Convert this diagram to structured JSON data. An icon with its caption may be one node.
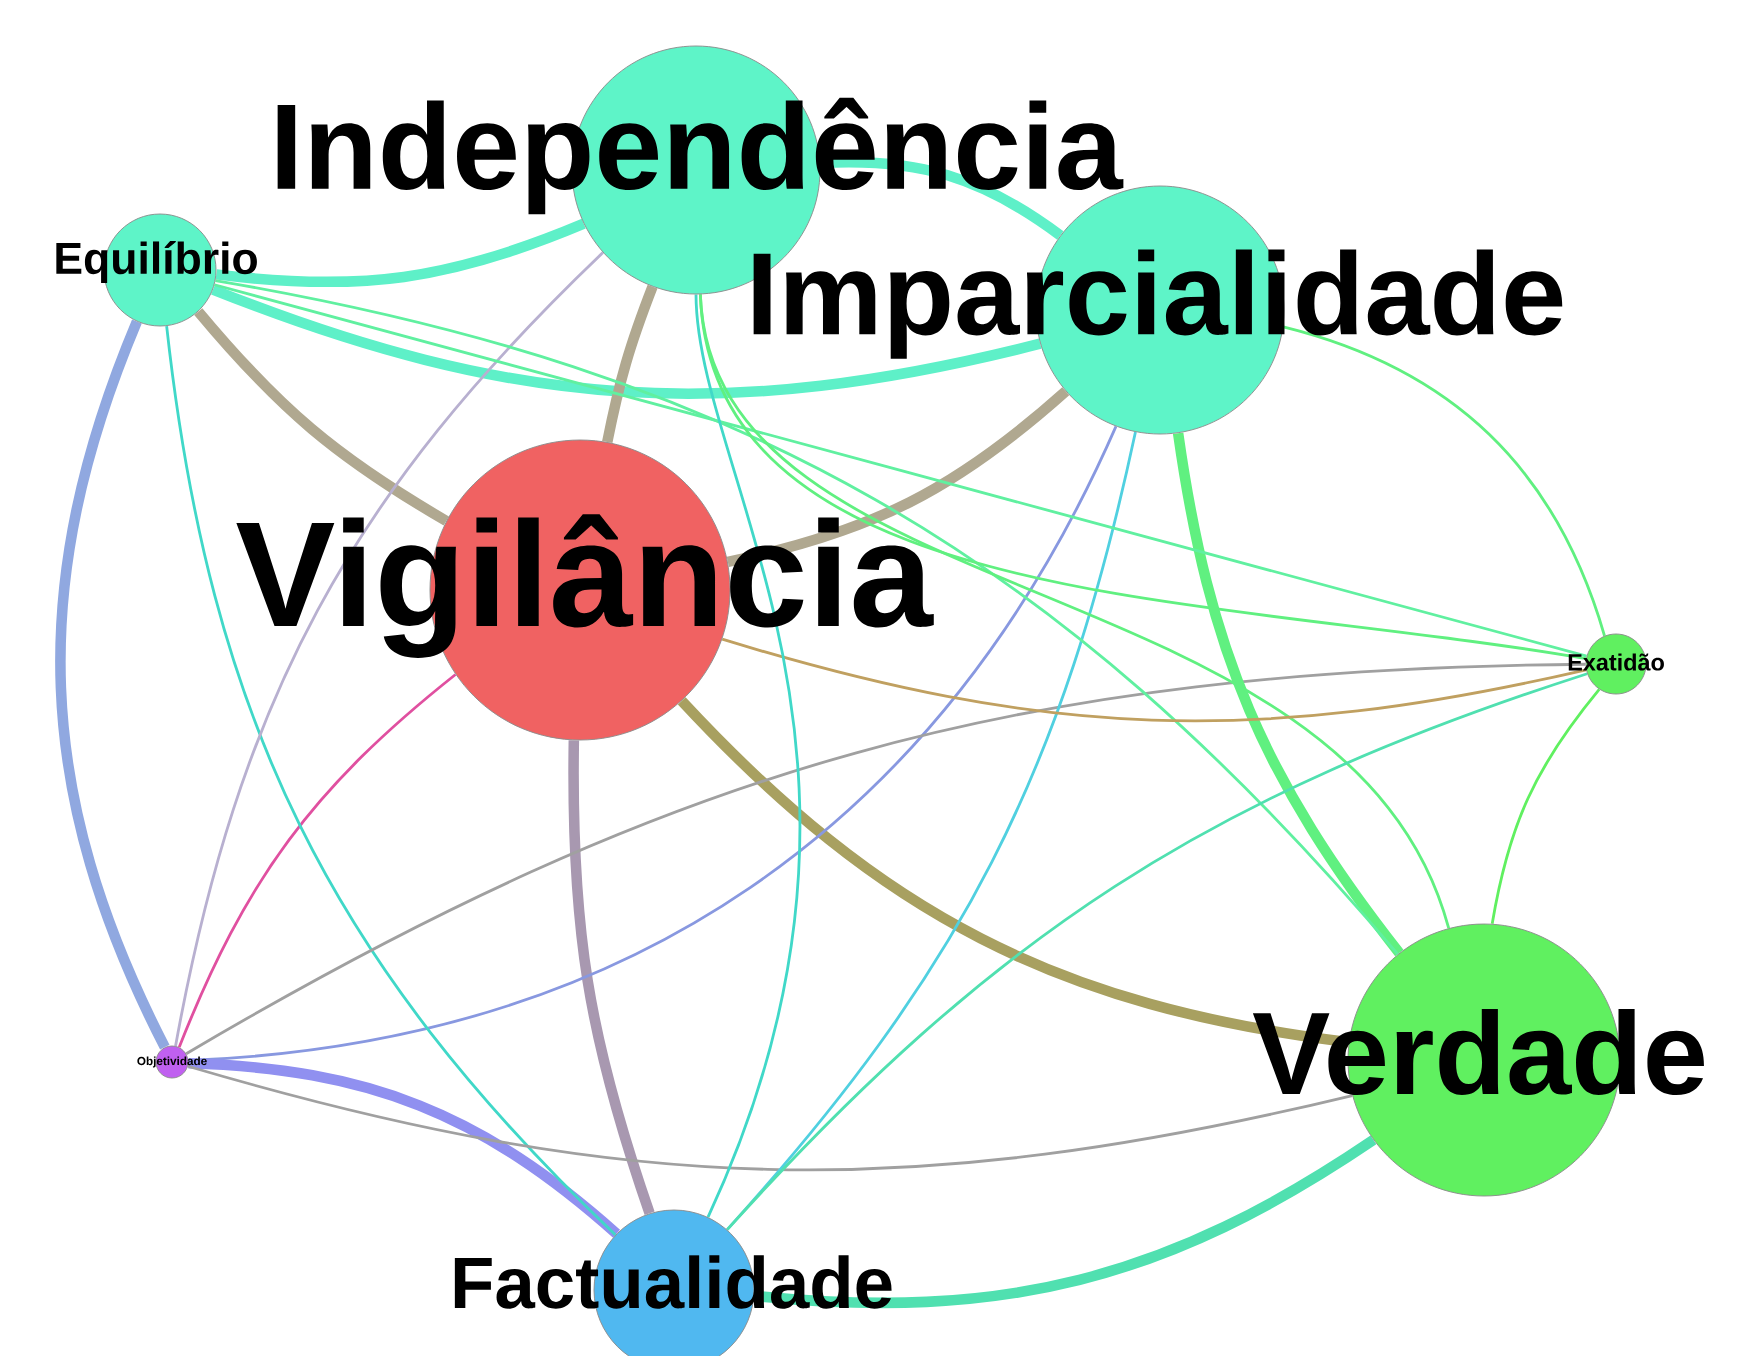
{
  "diagram": {
    "nodes": [
      {
        "text": [
          "Independência"
        ]
      },
      {
        "text": [
          "Equilíbrio"
        ]
      },
      {
        "text": [
          "Imparcialidade"
        ]
      },
      {
        "text": [
          "Vigilância"
        ]
      },
      {
        "text": [
          "Exatidão"
        ]
      },
      {
        "text": [
          "Verdade"
        ]
      },
      {
        "text": [
          "Objetividade"
        ]
      },
      {
        "text": [
          "Factualidade"
        ]
      }
    ],
    "edges": [
      {
        "from": 1,
        "to": 0,
        "arrow": "none",
        "style": "thick",
        "color": "#5ef0c8"
      },
      {
        "from": 0,
        "to": 2,
        "arrow": "none",
        "style": "thick",
        "color": "#5ef0c8"
      },
      {
        "from": 1,
        "to": 2,
        "arrow": "none",
        "style": "thick",
        "color": "#5ef0c8"
      },
      {
        "from": 0,
        "to": 3,
        "arrow": "none",
        "style": "thick",
        "color": "#b0a890"
      },
      {
        "from": 1,
        "to": 3,
        "arrow": "none",
        "style": "thick",
        "color": "#b0a890"
      },
      {
        "from": 2,
        "to": 3,
        "arrow": "none",
        "style": "thick",
        "color": "#b0a890"
      },
      {
        "from": 3,
        "to": 5,
        "arrow": "none",
        "style": "thick",
        "color": "#a8a060"
      },
      {
        "from": 3,
        "to": 7,
        "arrow": "none",
        "style": "thick",
        "color": "#a898b0"
      },
      {
        "from": 6,
        "to": 3,
        "arrow": "none",
        "color": "#e050a0"
      },
      {
        "from": 6,
        "to": 2,
        "arrow": "none",
        "color": "#8898e0"
      },
      {
        "from": 6,
        "to": 7,
        "arrow": "none",
        "style": "thick",
        "color": "#9090f0"
      },
      {
        "from": 1,
        "to": 6,
        "arrow": "none",
        "style": "thick",
        "color": "#90a8e0"
      },
      {
        "from": 1,
        "to": 7,
        "arrow": "none",
        "color": "#40d8c8"
      },
      {
        "from": 0,
        "to": 6,
        "arrow": "none",
        "color": "#b8b0d0"
      },
      {
        "from": 6,
        "to": 4,
        "arrow": "none",
        "color": "#a0a0a0"
      },
      {
        "from": 6,
        "to": 5,
        "arrow": "none",
        "color": "#a0a0a0"
      },
      {
        "from": 2,
        "to": 7,
        "arrow": "none",
        "color": "#50d0e0"
      },
      {
        "from": 2,
        "to": 5,
        "arrow": "none",
        "style": "thick",
        "color": "#60f080"
      },
      {
        "from": 2,
        "to": 4,
        "arrow": "none",
        "color": "#60f080"
      },
      {
        "from": 1,
        "to": 5,
        "arrow": "none",
        "color": "#60f0a0"
      },
      {
        "from": 1,
        "to": 4,
        "arrow": "none",
        "color": "#60f0a0"
      },
      {
        "from": 0,
        "to": 5,
        "arrow": "none",
        "color": "#60f080"
      },
      {
        "from": 0,
        "to": 4,
        "arrow": "none",
        "color": "#60f080"
      },
      {
        "from": 3,
        "to": 4,
        "arrow": "none",
        "color": "#c0a060"
      },
      {
        "from": 7,
        "to": 5,
        "arrow": "none",
        "style": "thick",
        "color": "#50e0b0"
      },
      {
        "from": 7,
        "to": 4,
        "arrow": "none",
        "color": "#50e0b0"
      },
      {
        "from": 4,
        "to": 5,
        "arrow": "none",
        "color": "#60f060"
      },
      {
        "from": 0,
        "to": 7,
        "arrow": "none",
        "color": "#40d8c8"
      }
    ]
  }
}
